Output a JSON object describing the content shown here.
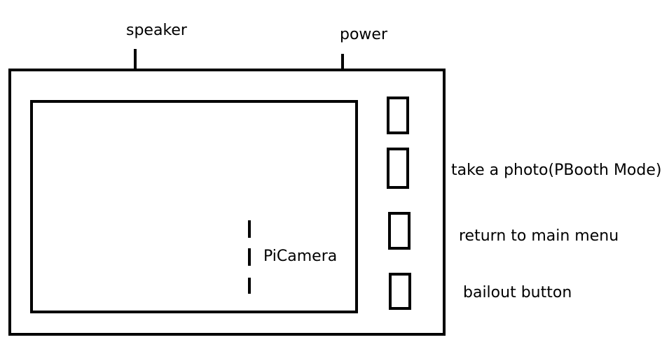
{
  "labels": {
    "speaker": "speaker",
    "power": "power",
    "take_photo": "take a photo(PBooth Mode)",
    "return_menu": "return to main menu",
    "bailout": "bailout button",
    "picamera": "PiCamera"
  },
  "colors": {
    "stroke": "#000000",
    "background": "#ffffff"
  }
}
